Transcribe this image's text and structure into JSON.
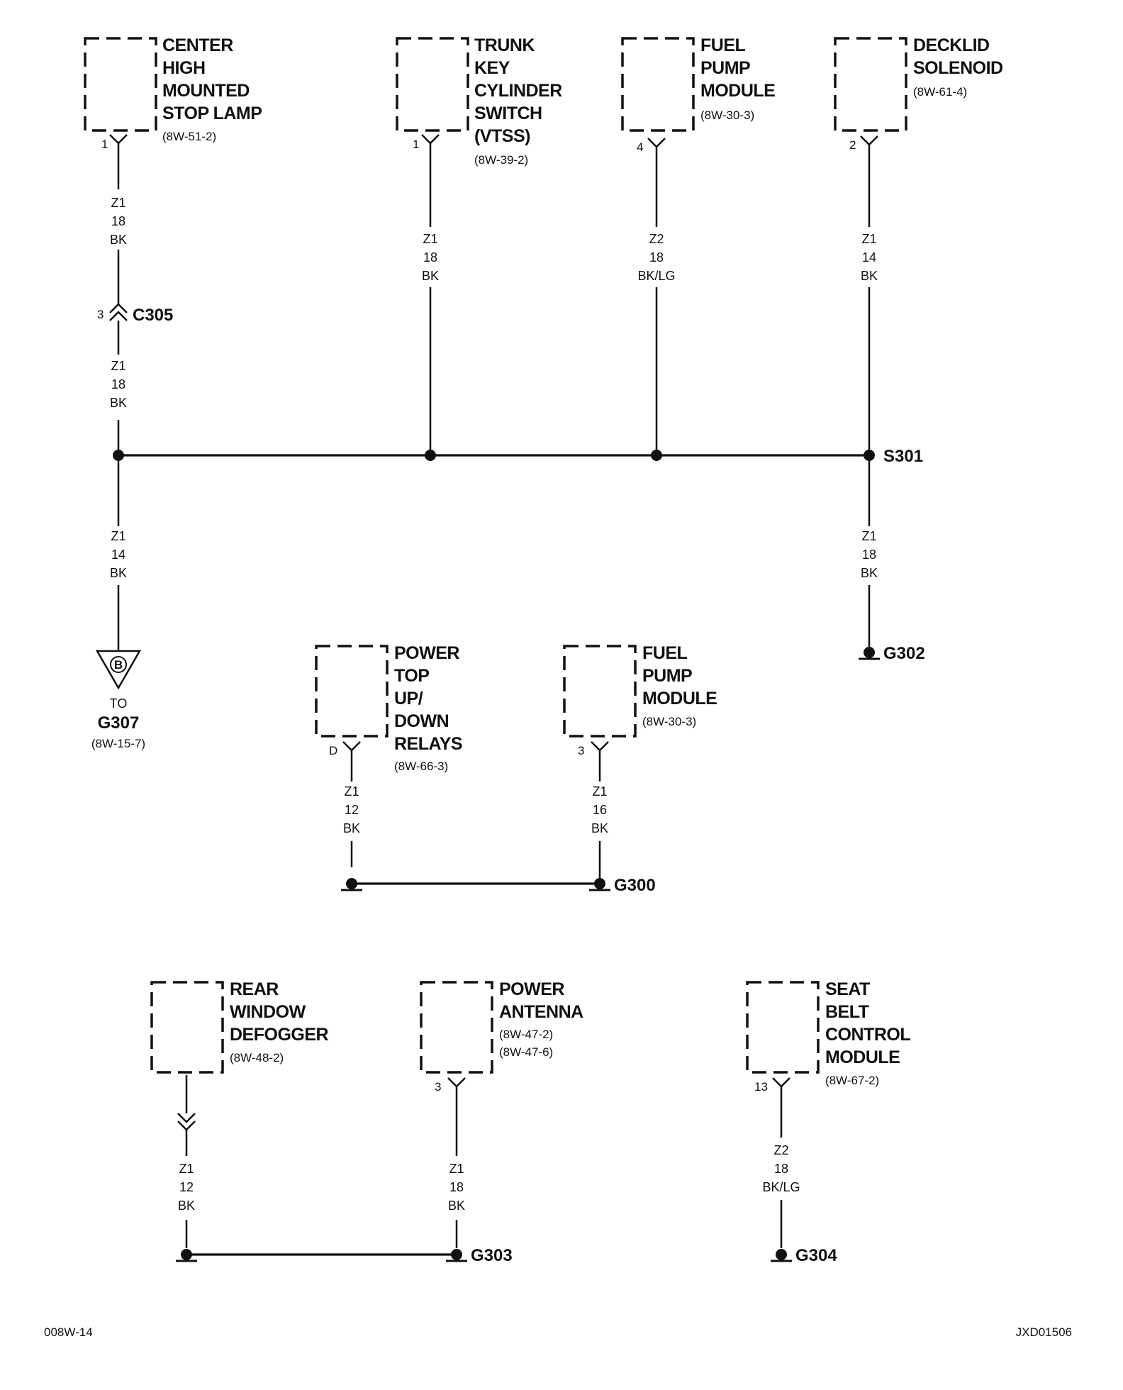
{
  "components": [
    {
      "id": "chmsl",
      "name_lines": [
        "CENTER",
        "HIGH",
        "MOUNTED",
        "STOP LAMP"
      ],
      "ref": "(8W-51-2)",
      "pin": "1"
    },
    {
      "id": "trunk",
      "name_lines": [
        "TRUNK",
        "KEY",
        "CYLINDER",
        "SWITCH",
        "(VTSS)"
      ],
      "ref": "(8W-39-2)",
      "pin": "1"
    },
    {
      "id": "fpm1",
      "name_lines": [
        "FUEL",
        "PUMP",
        "MODULE"
      ],
      "ref": "(8W-30-3)",
      "pin": "4"
    },
    {
      "id": "decklid",
      "name_lines": [
        "DECKLID",
        "SOLENOID"
      ],
      "ref": "(8W-61-4)",
      "pin": "2"
    },
    {
      "id": "ptop",
      "name_lines": [
        "POWER",
        "TOP",
        "UP/",
        "DOWN",
        "RELAYS"
      ],
      "ref": "(8W-66-3)",
      "pin": "D"
    },
    {
      "id": "fpm2",
      "name_lines": [
        "FUEL",
        "PUMP",
        "MODULE"
      ],
      "ref": "(8W-30-3)",
      "pin": "3"
    },
    {
      "id": "rwd",
      "name_lines": [
        "REAR",
        "WINDOW",
        "DEFOGGER"
      ],
      "ref": "(8W-48-2)",
      "pin": ""
    },
    {
      "id": "pant",
      "name_lines": [
        "POWER",
        "ANTENNA"
      ],
      "ref_lines": [
        "(8W-47-2)",
        "(8W-47-6)"
      ],
      "pin": "3"
    },
    {
      "id": "sbcm",
      "name_lines": [
        "SEAT",
        "BELT",
        "CONTROL",
        "MODULE"
      ],
      "ref": "(8W-67-2)",
      "pin": "13"
    }
  ],
  "wires": [
    {
      "id": "w1",
      "lines": [
        "Z1",
        "18",
        "BK"
      ]
    },
    {
      "id": "w2",
      "lines": [
        "Z1",
        "18",
        "BK"
      ]
    },
    {
      "id": "w3",
      "lines": [
        "Z1",
        "14",
        "BK"
      ]
    },
    {
      "id": "w4",
      "lines": [
        "Z1",
        "18",
        "BK"
      ]
    },
    {
      "id": "w5",
      "lines": [
        "Z2",
        "18",
        "BK/LG"
      ]
    },
    {
      "id": "w6",
      "lines": [
        "Z1",
        "14",
        "BK"
      ]
    },
    {
      "id": "w7",
      "lines": [
        "Z1",
        "18",
        "BK"
      ]
    },
    {
      "id": "w8",
      "lines": [
        "Z1",
        "12",
        "BK"
      ]
    },
    {
      "id": "w9",
      "lines": [
        "Z1",
        "16",
        "BK"
      ]
    },
    {
      "id": "w10",
      "lines": [
        "Z1",
        "12",
        "BK"
      ]
    },
    {
      "id": "w11",
      "lines": [
        "Z1",
        "18",
        "BK"
      ]
    },
    {
      "id": "w12",
      "lines": [
        "Z2",
        "18",
        "BK/LG"
      ]
    }
  ],
  "connector": {
    "name": "C305",
    "pin": "3"
  },
  "splice": {
    "name": "S301"
  },
  "grounds": [
    "G302",
    "G300",
    "G303",
    "G304"
  ],
  "offpage": {
    "letter": "B",
    "to": "TO",
    "ground": "G307",
    "ref": "(8W-15-7)"
  },
  "footer": {
    "left": "008W-14",
    "right": "JXD01506"
  }
}
